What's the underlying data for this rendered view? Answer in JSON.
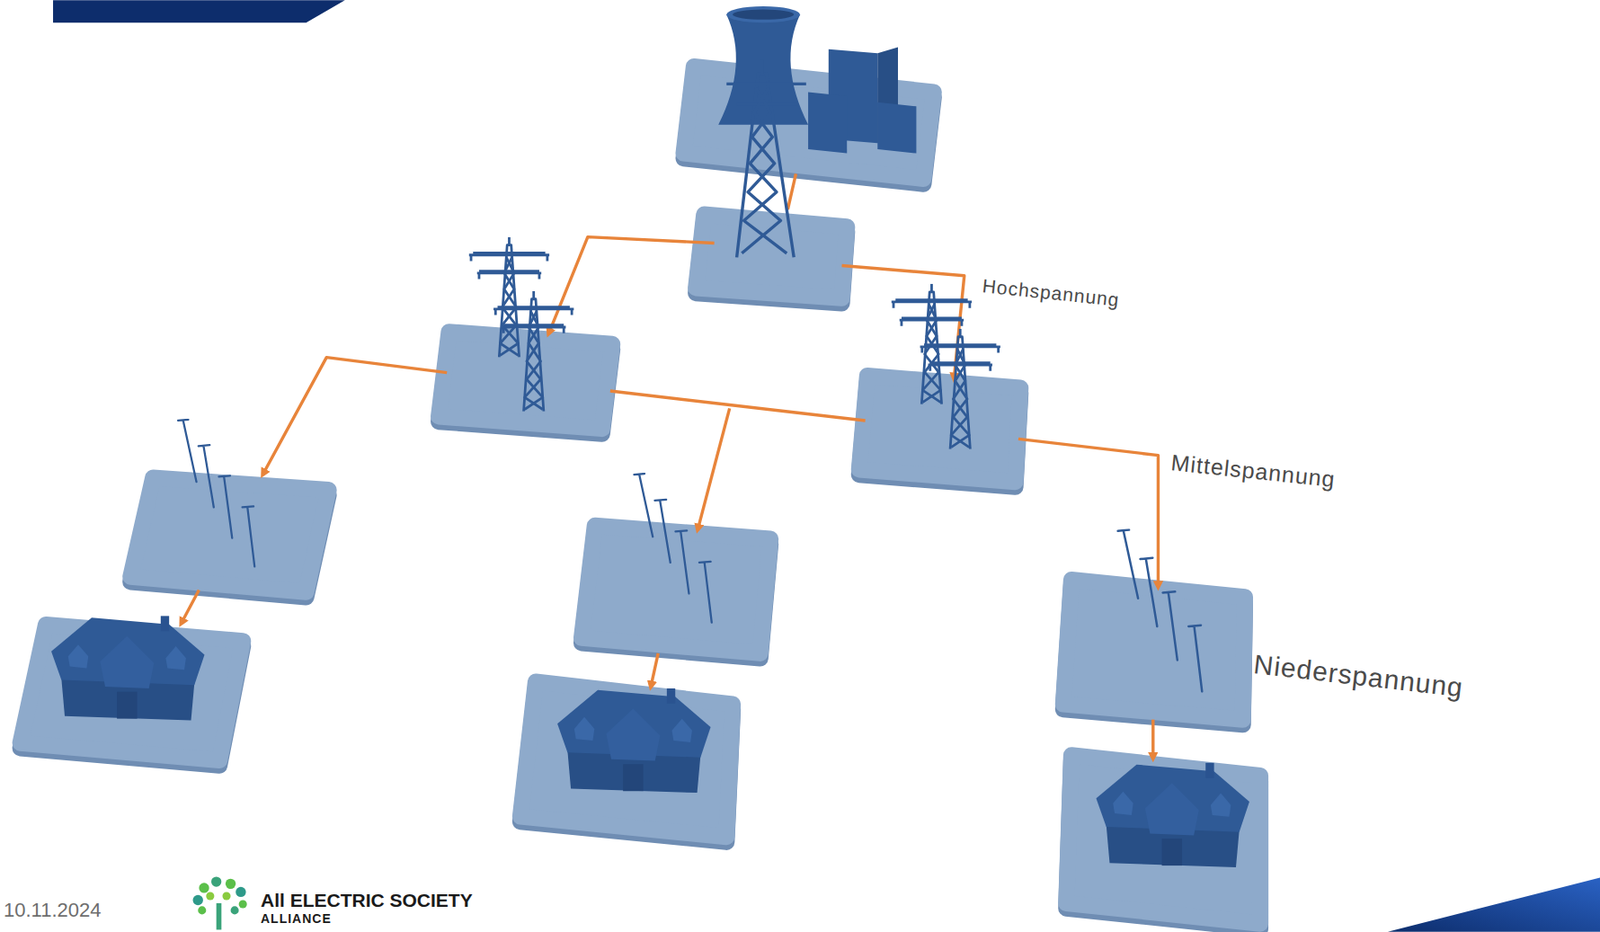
{
  "diagram": {
    "labels": [
      "Hochspannung",
      "Mittelspannung",
      "Niederspannung",
      "10.11.2024",
      "All ELECTRIC SOCIETY",
      "ALLIANCE"
    ]
  }
}
